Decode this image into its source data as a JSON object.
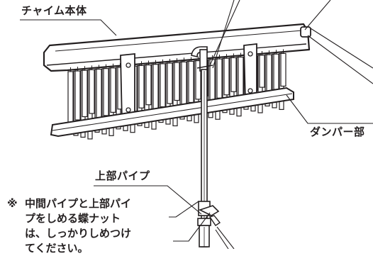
{
  "labels": {
    "chime_body": "チャイム本体",
    "damper": "ダンパー部",
    "upper_pipe": "上部パイプ"
  },
  "note": {
    "mark": "※",
    "lines": [
      "中間パイプと上部パイ",
      "プをしめる蝶ナット",
      "は、しっかりしめつけ",
      "てください。"
    ]
  }
}
